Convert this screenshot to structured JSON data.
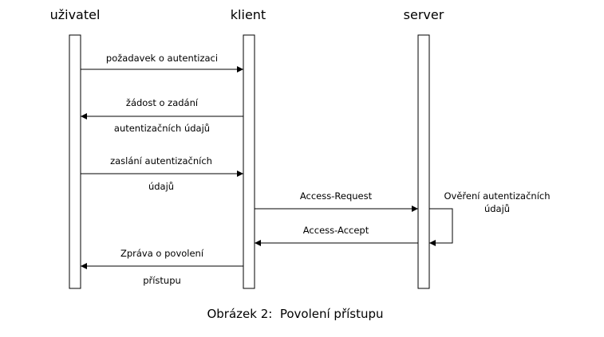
{
  "actors": {
    "user": "uživatel",
    "client": "klient",
    "server": "server"
  },
  "messages": {
    "m1": {
      "line1": "požadavek o autentizaci"
    },
    "m2": {
      "line1": "žádost o zadání",
      "line2": "autentizačních údajů"
    },
    "m3": {
      "line1": "zaslání autentizačních",
      "line2": "údajů"
    },
    "m4": {
      "line1": "Access-Request"
    },
    "m5": {
      "line1": "Ověření autentizačních",
      "line2": "údajů"
    },
    "m6": {
      "line1": "Access-Accept"
    },
    "m7": {
      "line1": "Zpráva o povolení",
      "line2": "přístupu"
    }
  },
  "caption": "Obrázek 2:  Povolení přístupu"
}
